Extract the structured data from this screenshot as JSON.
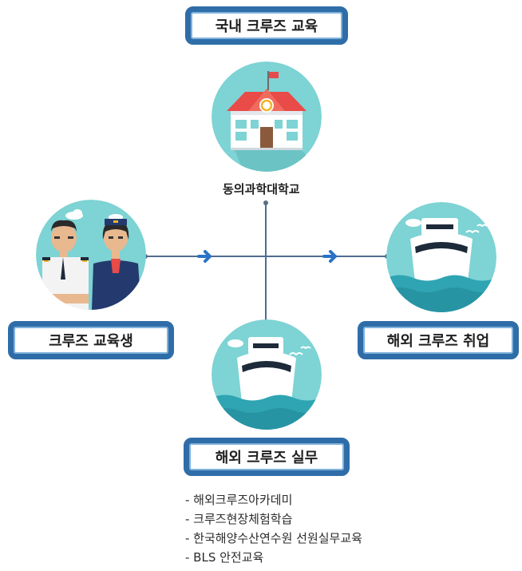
{
  "top_box": {
    "label": "국내 크루즈 교육"
  },
  "school": {
    "caption": "동의과학대학교"
  },
  "left_box": {
    "label": "크루즈 교육생"
  },
  "right_box": {
    "label": "해외 크루즈 취업"
  },
  "bottom_box": {
    "label": "해외 크루즈 실무"
  },
  "programs": [
    "- 해외크루즈아카데미",
    "- 크루즈현장체험학습",
    "- 한국해양수산연수원 선원실무교육",
    "- BLS 안전교육"
  ],
  "colors": {
    "box_border": "#2f6da8",
    "circle_bg": "#7ed3d4",
    "arrow": "#2a72c6",
    "line": "#4f6c8f"
  },
  "icons": {
    "school": "school-building-icon",
    "crew": "crew-members-icon",
    "ship": "cruise-ship-icon",
    "arrow": "right-arrow-icon"
  }
}
